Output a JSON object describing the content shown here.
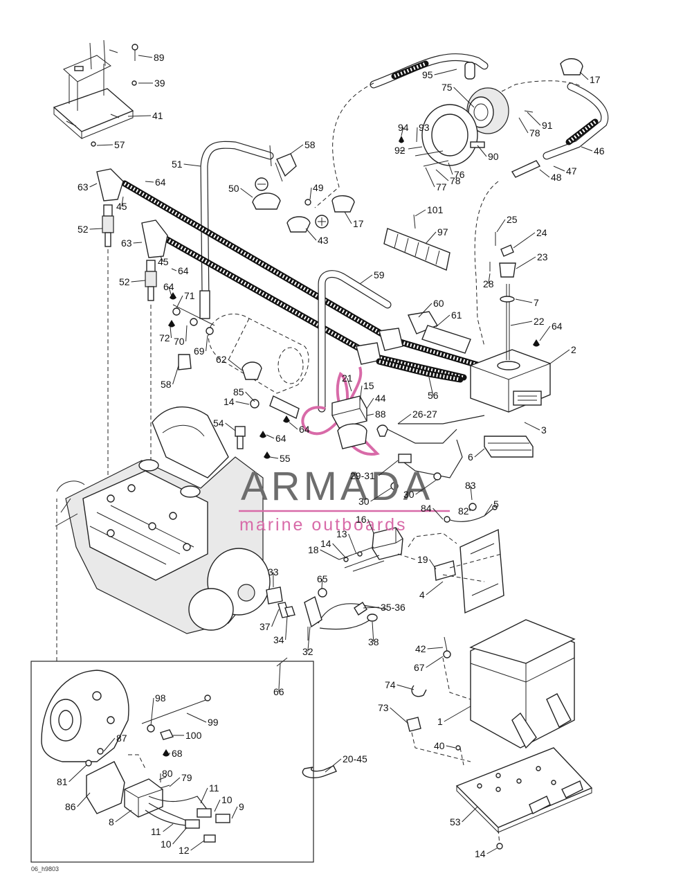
{
  "figure_code": "06_h9803",
  "watermark": {
    "name": "ARMADA",
    "subtitle": "marine outboards",
    "colors": {
      "logo": "#d86aa8",
      "name": "#6d6d6d",
      "subtitle": "#d86aa8"
    }
  },
  "callouts": [
    {
      "id": "c89",
      "label": "89"
    },
    {
      "id": "c39",
      "label": "39"
    },
    {
      "id": "c41",
      "label": "41"
    },
    {
      "id": "c57",
      "label": "57"
    },
    {
      "id": "c95",
      "label": "95"
    },
    {
      "id": "c17a",
      "label": "17"
    },
    {
      "id": "c75",
      "label": "75"
    },
    {
      "id": "c94",
      "label": "94"
    },
    {
      "id": "c93",
      "label": "93"
    },
    {
      "id": "c92",
      "label": "92"
    },
    {
      "id": "c91",
      "label": "91"
    },
    {
      "id": "c78a",
      "label": "78"
    },
    {
      "id": "c90",
      "label": "90"
    },
    {
      "id": "c76",
      "label": "76"
    },
    {
      "id": "c77",
      "label": "77"
    },
    {
      "id": "c78b",
      "label": "78"
    },
    {
      "id": "c46",
      "label": "46"
    },
    {
      "id": "c47",
      "label": "47"
    },
    {
      "id": "c48",
      "label": "48"
    },
    {
      "id": "c58a",
      "label": "58"
    },
    {
      "id": "c51",
      "label": "51"
    },
    {
      "id": "c63a",
      "label": "63"
    },
    {
      "id": "c64a",
      "label": "64"
    },
    {
      "id": "c45a",
      "label": "45"
    },
    {
      "id": "c50",
      "label": "50"
    },
    {
      "id": "c49",
      "label": "49"
    },
    {
      "id": "c17b",
      "label": "17"
    },
    {
      "id": "c43",
      "label": "43"
    },
    {
      "id": "c101",
      "label": "101"
    },
    {
      "id": "c97",
      "label": "97"
    },
    {
      "id": "c25",
      "label": "25"
    },
    {
      "id": "c24",
      "label": "24"
    },
    {
      "id": "c52a",
      "label": "52"
    },
    {
      "id": "c63b",
      "label": "63"
    },
    {
      "id": "c45b",
      "label": "45"
    },
    {
      "id": "c64b",
      "label": "64"
    },
    {
      "id": "c23",
      "label": "23"
    },
    {
      "id": "c28",
      "label": "28"
    },
    {
      "id": "c59",
      "label": "59"
    },
    {
      "id": "c52b",
      "label": "52"
    },
    {
      "id": "c64c",
      "label": "64"
    },
    {
      "id": "c71",
      "label": "71"
    },
    {
      "id": "c60",
      "label": "60"
    },
    {
      "id": "c7",
      "label": "7"
    },
    {
      "id": "c61",
      "label": "61"
    },
    {
      "id": "c22",
      "label": "22"
    },
    {
      "id": "c64d",
      "label": "64"
    },
    {
      "id": "c72",
      "label": "72"
    },
    {
      "id": "c70",
      "label": "70"
    },
    {
      "id": "c69",
      "label": "69"
    },
    {
      "id": "c2",
      "label": "2"
    },
    {
      "id": "c62",
      "label": "62"
    },
    {
      "id": "c58b",
      "label": "58"
    },
    {
      "id": "c21",
      "label": "21"
    },
    {
      "id": "c15",
      "label": "15"
    },
    {
      "id": "c56",
      "label": "56"
    },
    {
      "id": "c85",
      "label": "85"
    },
    {
      "id": "c44",
      "label": "44"
    },
    {
      "id": "c14a",
      "label": "14"
    },
    {
      "id": "c88",
      "label": "88"
    },
    {
      "id": "c26",
      "label": "26-27"
    },
    {
      "id": "c3",
      "label": "3"
    },
    {
      "id": "c54",
      "label": "54"
    },
    {
      "id": "c64e",
      "label": "64"
    },
    {
      "id": "c64f",
      "label": "64"
    },
    {
      "id": "c55",
      "label": "55"
    },
    {
      "id": "c6",
      "label": "6"
    },
    {
      "id": "c2931",
      "label": "29-31"
    },
    {
      "id": "c83",
      "label": "83"
    },
    {
      "id": "c30a",
      "label": "30"
    },
    {
      "id": "c30b",
      "label": "30"
    },
    {
      "id": "c5",
      "label": "5"
    },
    {
      "id": "c84",
      "label": "84"
    },
    {
      "id": "c82",
      "label": "82"
    },
    {
      "id": "c16",
      "label": "16"
    },
    {
      "id": "c13",
      "label": "13"
    },
    {
      "id": "c14b",
      "label": "14"
    },
    {
      "id": "c18",
      "label": "18"
    },
    {
      "id": "c19",
      "label": "19"
    },
    {
      "id": "c33",
      "label": "33"
    },
    {
      "id": "c65",
      "label": "65"
    },
    {
      "id": "c4",
      "label": "4"
    },
    {
      "id": "c3536",
      "label": "35-36"
    },
    {
      "id": "c37",
      "label": "37"
    },
    {
      "id": "c34",
      "label": "34"
    },
    {
      "id": "c38",
      "label": "38"
    },
    {
      "id": "c32",
      "label": "32"
    },
    {
      "id": "c42",
      "label": "42"
    },
    {
      "id": "c67",
      "label": "67"
    },
    {
      "id": "c66",
      "label": "66"
    },
    {
      "id": "c98",
      "label": "98"
    },
    {
      "id": "c99",
      "label": "99"
    },
    {
      "id": "c74",
      "label": "74"
    },
    {
      "id": "c87",
      "label": "87"
    },
    {
      "id": "c100",
      "label": "100"
    },
    {
      "id": "c73",
      "label": "73"
    },
    {
      "id": "c1",
      "label": "1"
    },
    {
      "id": "c68",
      "label": "68"
    },
    {
      "id": "c40",
      "label": "40"
    },
    {
      "id": "c2045",
      "label": "20-45"
    },
    {
      "id": "c81",
      "label": "81"
    },
    {
      "id": "c80",
      "label": "80"
    },
    {
      "id": "c79",
      "label": "79"
    },
    {
      "id": "c86",
      "label": "86"
    },
    {
      "id": "c11a",
      "label": "11"
    },
    {
      "id": "c10a",
      "label": "10"
    },
    {
      "id": "c9",
      "label": "9"
    },
    {
      "id": "c8",
      "label": "8"
    },
    {
      "id": "c53",
      "label": "53"
    },
    {
      "id": "c11b",
      "label": "11"
    },
    {
      "id": "c10b",
      "label": "10"
    },
    {
      "id": "c12",
      "label": "12"
    },
    {
      "id": "c14c",
      "label": "14"
    }
  ]
}
